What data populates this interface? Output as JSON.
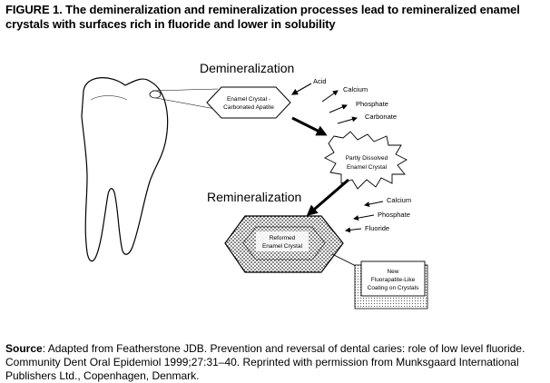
{
  "figure": {
    "title": "FIGURE 1. The demineralization and remineralization processes lead to remineralized enamel crystals with surfaces rich in fluoride and lower in solubility"
  },
  "diagram": {
    "demineralization_label": "Demineralization",
    "acid_label": "Acid",
    "enamel_crystal_line1": "Enamel Crystal -",
    "enamel_crystal_line2": "Carbonated Apatite",
    "calcium_top": "Calcium",
    "phosphate_top": "Phosphate",
    "carbonate": "Carbonate",
    "partly_line1": "Partly Dissolved",
    "partly_line2": "Enamel Crystal",
    "remineralization_label": "Remineralization",
    "calcium_bottom": "Calcium",
    "phosphate_bottom": "Phosphate",
    "fluoride": "Fluoride",
    "reformed_line1": "Reformed",
    "reformed_line2": "Enamel Crystal",
    "new_line1": "New",
    "new_line2": "Fluorapatite-Like",
    "new_line3": "Coating on Crystals"
  },
  "source": {
    "label": "Source",
    "text": ": Adapted from Featherstone JDB. Prevention and reversal of dental caries: role of low level fluoride. Community Dent Oral Epidemiol 1999;27:31–40. Reprinted with permission from Munksgaard International Publishers Ltd., Copenhagen, Denmark."
  }
}
